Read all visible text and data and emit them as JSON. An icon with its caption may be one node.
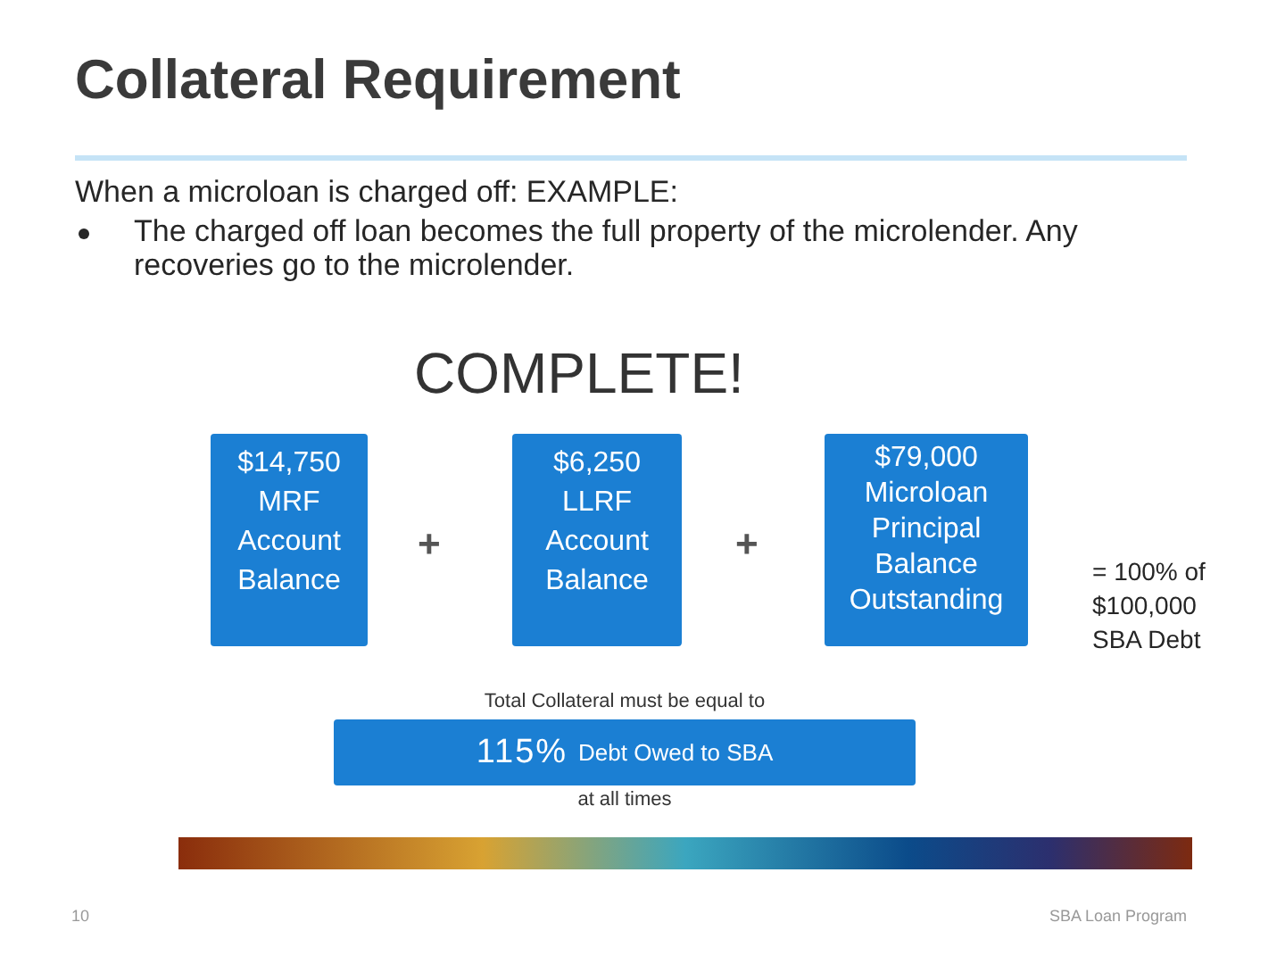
{
  "diagram": {
    "title": "Collateral Requirement",
    "nodes": [
      {
        "text": [
          "$14,750 MRF Account Balance"
        ]
      },
      {
        "text": [
          "$6,250 LLRF Account Balance"
        ]
      },
      {
        "text": [
          "$79,000 Microloan Principal Balance Outstanding"
        ]
      },
      {
        "text": [
          "115%",
          "Debt Owed to SBA"
        ],
        "beside": [
          "Total Collateral must be equal to",
          "at all times"
        ]
      },
      {
        "text": [],
        "shape": "bar"
      }
    ],
    "labels": [
      "When a microloan is charged off: EXAMPLE:",
      "The charged off loan becomes the full property of the microlender.  Any recoveries go to the microlender.",
      "COMPLETE!",
      "+",
      "+",
      "= 100% of $100,000 SBA Debt",
      "10",
      "SBA Loan Program"
    ]
  }
}
